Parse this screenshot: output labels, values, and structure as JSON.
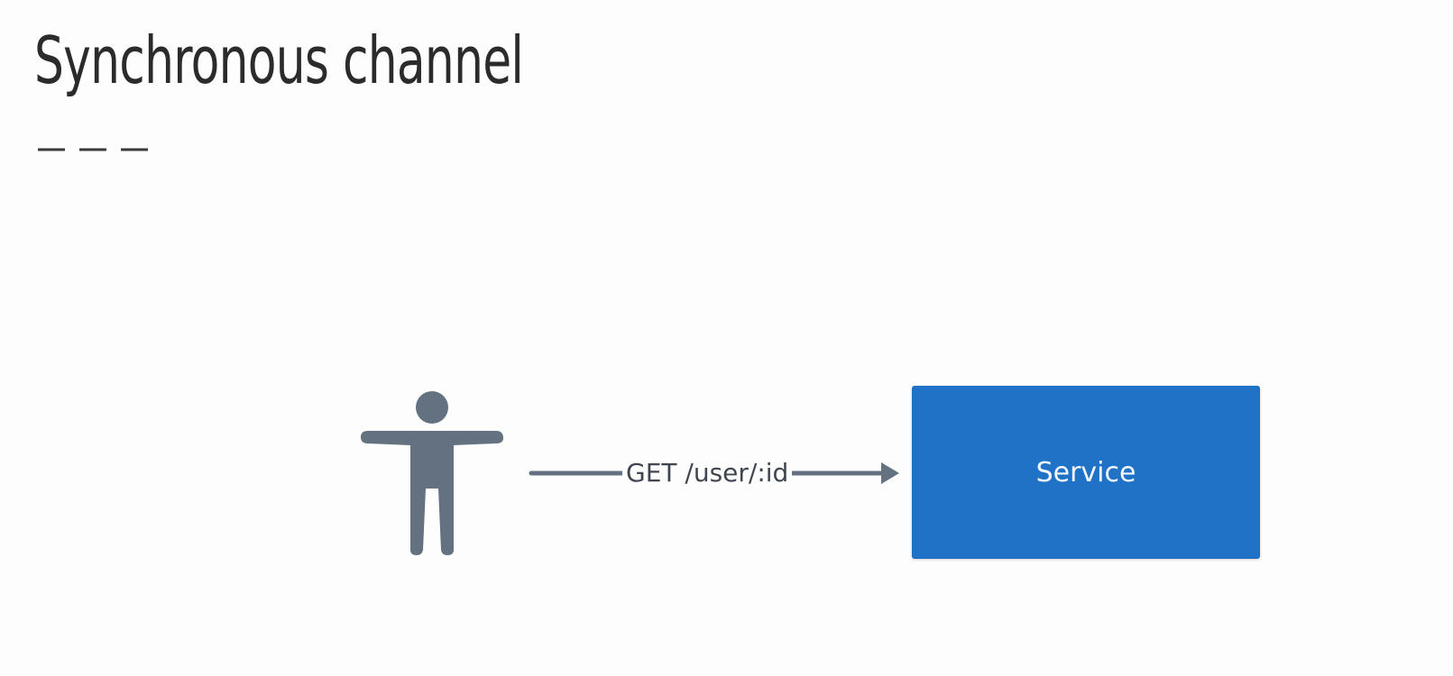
{
  "slide": {
    "title": "Synchronous channel"
  },
  "diagram": {
    "actor_icon": "person-icon",
    "request_label": "GET /user/:id",
    "service_label": "Service",
    "colors": {
      "actor": "#637180",
      "arrow": "#637180",
      "service_box": "#1f72c6",
      "service_text": "#f4f8fc",
      "title": "#2b2b2b"
    }
  }
}
